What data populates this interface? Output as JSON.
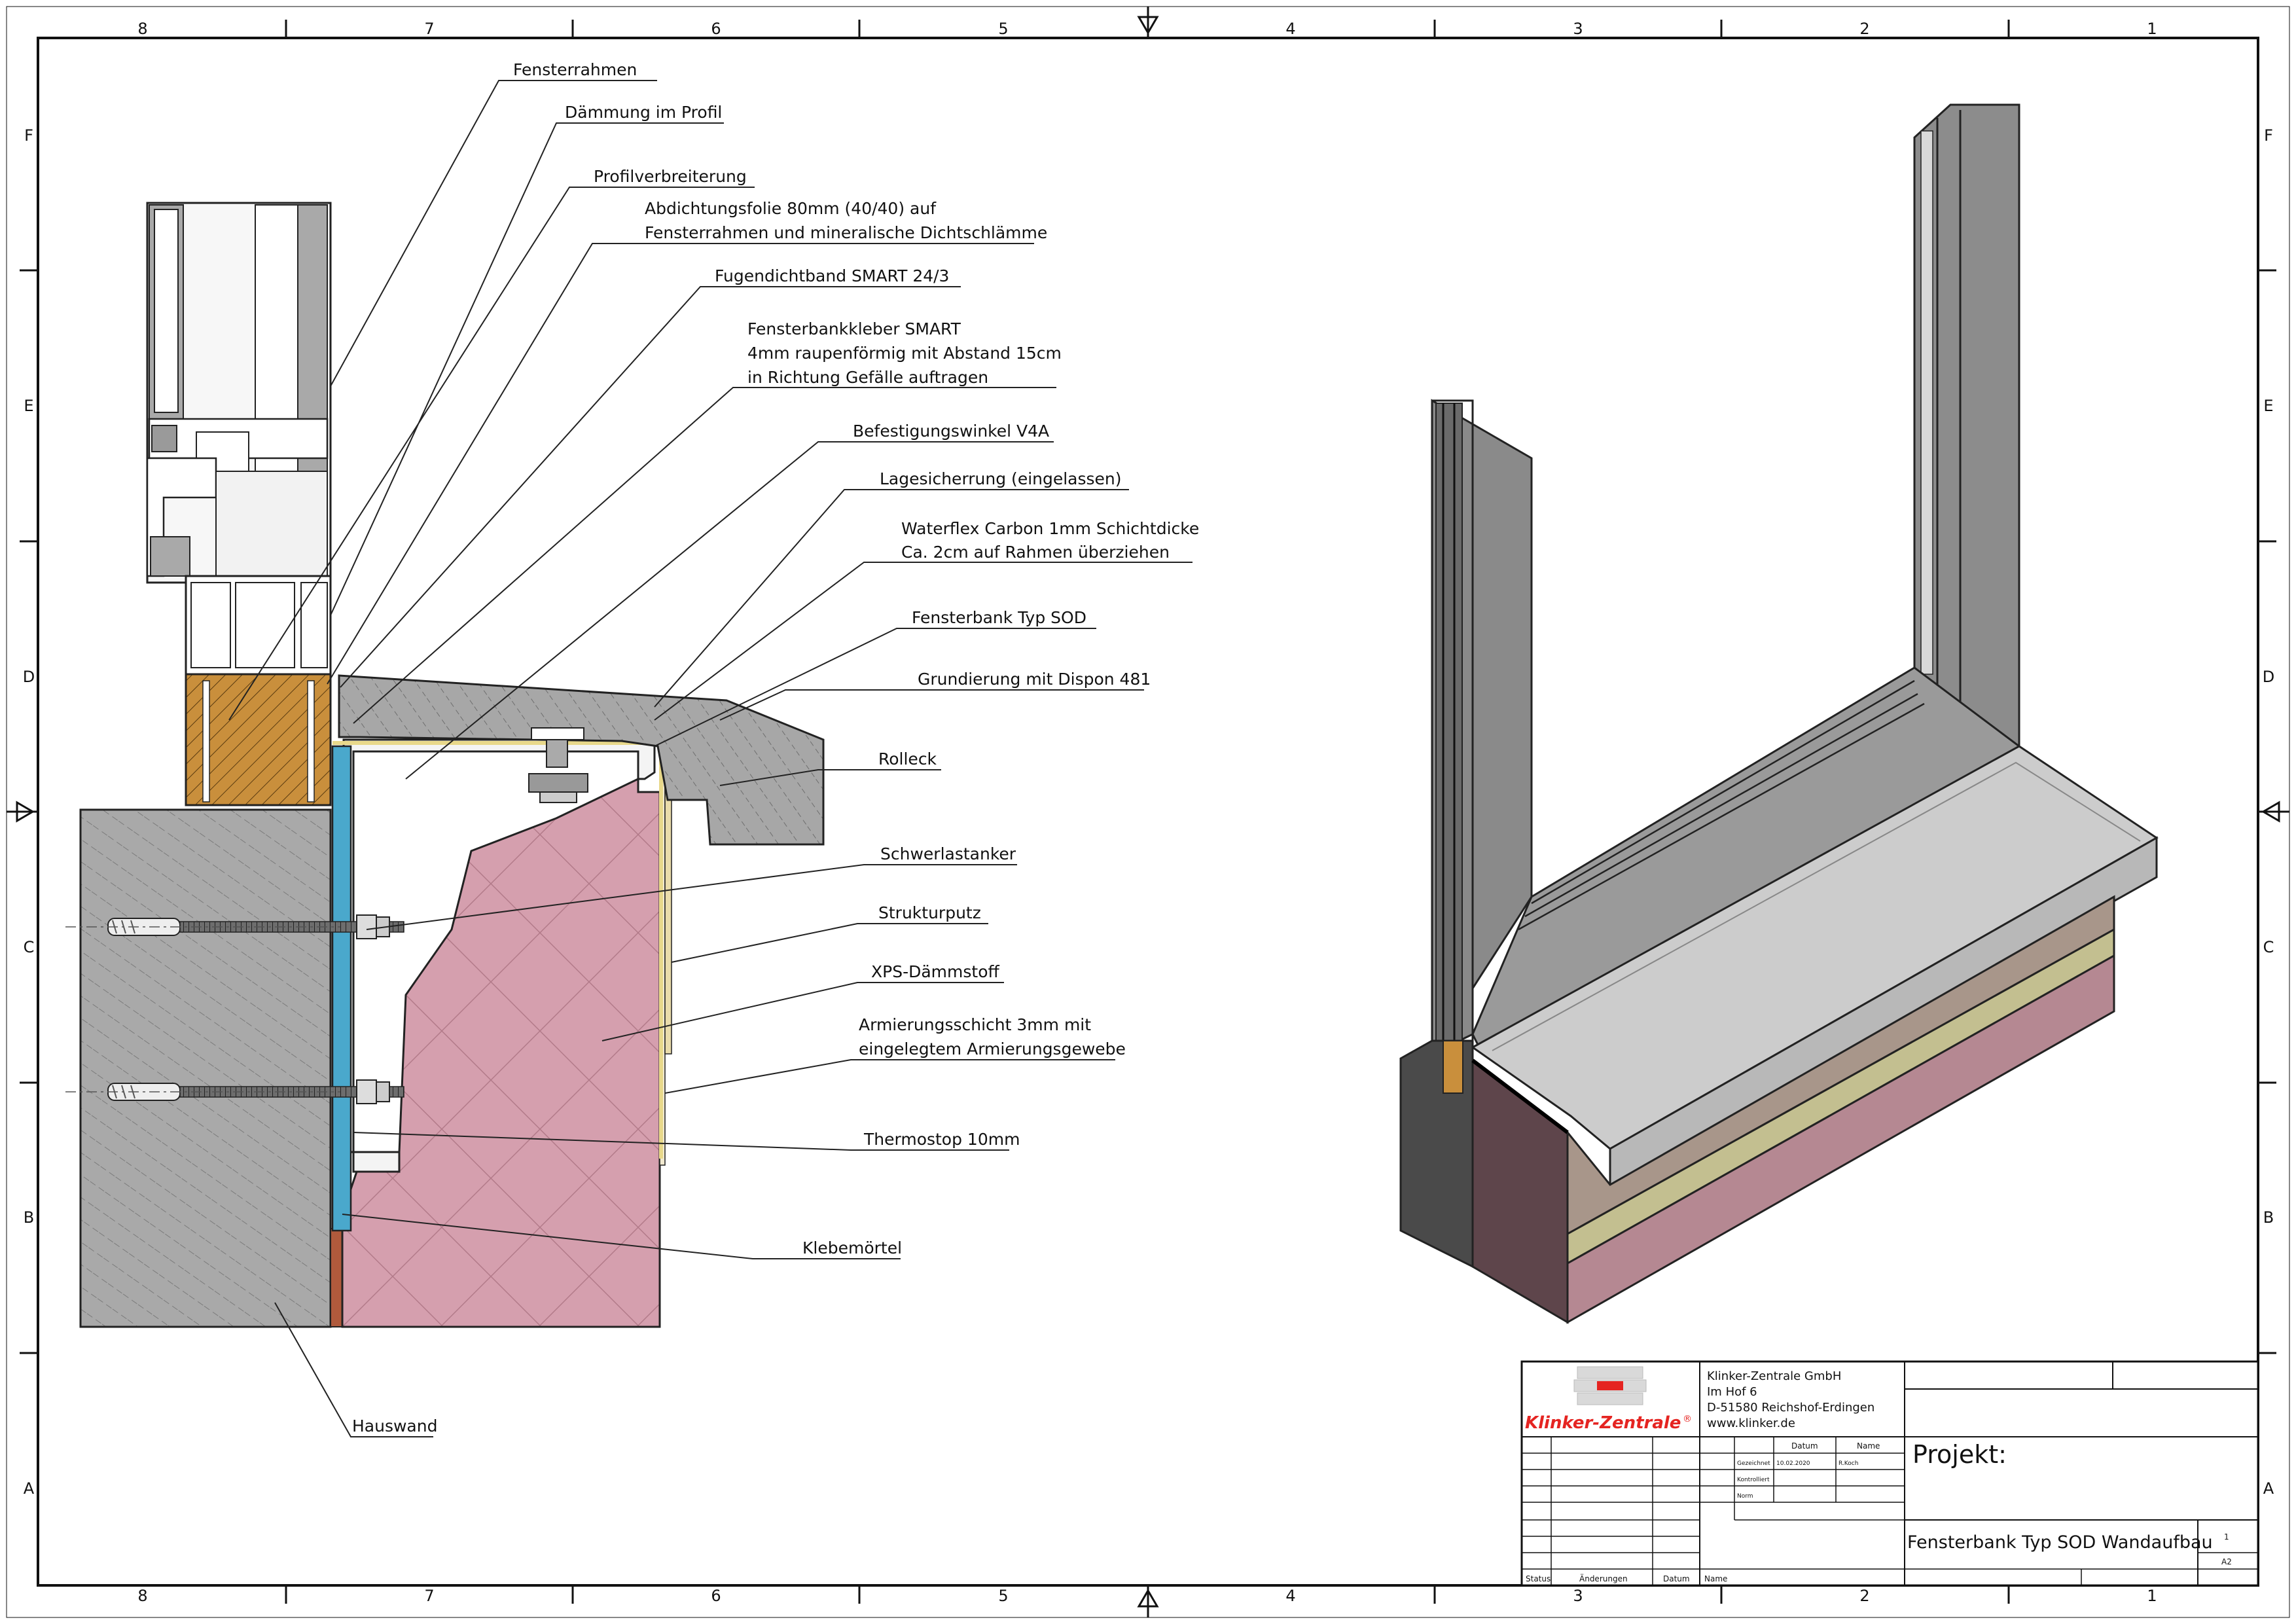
{
  "grid": {
    "columns": [
      "8",
      "7",
      "6",
      "5",
      "4",
      "3",
      "2",
      "1"
    ],
    "rows": [
      "F",
      "E",
      "D",
      "C",
      "B",
      "A"
    ]
  },
  "section_labels": [
    {
      "id": "fensterrahmen",
      "lines": [
        "Fensterrahmen"
      ]
    },
    {
      "id": "daemmung",
      "lines": [
        "Dämmung im Profil"
      ]
    },
    {
      "id": "profilverbreiterung",
      "lines": [
        "Profilverbreiterung"
      ]
    },
    {
      "id": "abdichtungsfolie",
      "lines": [
        "Abdichtungsfolie 80mm (40/40) auf",
        "Fensterrahmen und mineralische Dichtschlämme"
      ]
    },
    {
      "id": "fugendichtband",
      "lines": [
        "Fugendichtband SMART 24/3"
      ]
    },
    {
      "id": "fensterbankkleber",
      "lines": [
        "Fensterbankkleber SMART",
        "4mm raupenförmig mit Abstand 15cm",
        "in Richtung Gefälle auftragen"
      ]
    },
    {
      "id": "befestigungswinkel",
      "lines": [
        "Befestigungswinkel V4A"
      ]
    },
    {
      "id": "lagesicherung",
      "lines": [
        "Lagesicherrung (eingelassen)"
      ]
    },
    {
      "id": "waterflex",
      "lines": [
        "Waterflex Carbon 1mm Schichtdicke",
        "Ca. 2cm auf Rahmen überziehen"
      ]
    },
    {
      "id": "fensterbank",
      "lines": [
        "Fensterbank Typ SOD"
      ]
    },
    {
      "id": "grundierung",
      "lines": [
        "Grundierung mit Dispon 481"
      ]
    },
    {
      "id": "rolleck",
      "lines": [
        "Rolleck"
      ]
    },
    {
      "id": "schwerlastanker",
      "lines": [
        "Schwerlastanker"
      ]
    },
    {
      "id": "strukturputz",
      "lines": [
        "Strukturputz"
      ]
    },
    {
      "id": "xps",
      "lines": [
        "XPS-Dämmstoff"
      ]
    },
    {
      "id": "armierung",
      "lines": [
        "Armierungsschicht 3mm mit",
        "eingelegtem Armierungsgewebe"
      ]
    },
    {
      "id": "thermostop",
      "lines": [
        "Thermostop 10mm"
      ]
    },
    {
      "id": "klebemoertel",
      "lines": [
        "Klebemörtel"
      ]
    },
    {
      "id": "hauswand",
      "lines": [
        "Hauswand"
      ]
    }
  ],
  "title_block": {
    "logo_text": "Klinker-Zentrale",
    "company": [
      "Klinker-Zentrale GmbH",
      "Im Hof 6",
      "D-51580 Reichshof-Erdingen",
      "www.klinker.de"
    ],
    "col_datum": "Datum",
    "col_name": "Name",
    "row_gezeichnet": "Gezeichnet",
    "row_kontrolliert": "Kontrolliert",
    "row_norm": "Norm",
    "gezeichnet_datum": "10.02.2020",
    "gezeichnet_name": "R.Koch",
    "projekt_label": "Projekt:",
    "drawing_title": "Fensterbank Typ SOD Wandaufbau",
    "sheet_no": "1",
    "format": "A2",
    "footer": [
      "Status",
      "Änderungen",
      "Datum",
      "Name"
    ]
  },
  "colors": {
    "wall": "#a9a9a9",
    "xps": "#d59fae",
    "sill": "#a7a7a7",
    "wood": "#c98f3c",
    "anchor_plate": "#4aa8cc",
    "strukturputz": "#eadcaa",
    "frame_iso": "#8c8c8c",
    "iso_sill_top": "#cccccc",
    "iso_layer_brown": "#a8968a",
    "iso_layer_olive": "#c3bf90",
    "iso_layer_pink": "#b58892",
    "iso_wall_dark": "#4a4a4a",
    "iso_wall_maroon": "#5e454b",
    "logo_red": "#e52421"
  }
}
